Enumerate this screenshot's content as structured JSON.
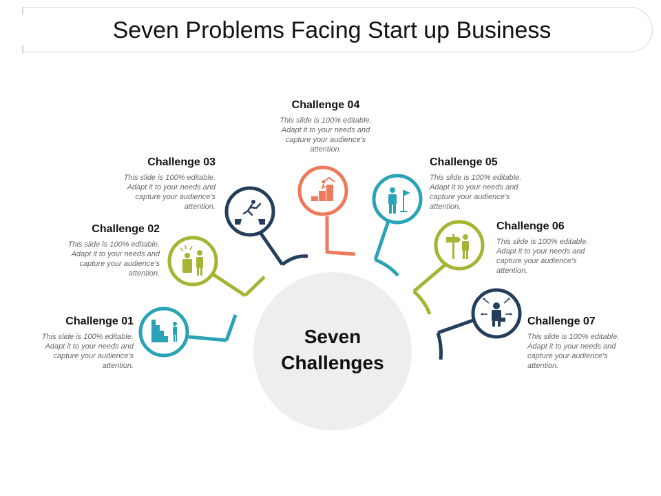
{
  "title": "Seven Problems Facing Start up Business",
  "center_label_line1": "Seven",
  "center_label_line2": "Challenges",
  "colors": {
    "teal": "#2aa3b6",
    "olive": "#a5b432",
    "navy": "#243e5c",
    "salmon": "#ec7a5b",
    "center": "#eeeeee"
  },
  "challenges": [
    {
      "title": "Challenge 01",
      "desc": "This slide is 100% editable. Adapt it to your needs and capture your audience's attention.",
      "color": "#2aa3b6",
      "icon": "stairs-person-icon"
    },
    {
      "title": "Challenge 02",
      "desc": "This slide is 100% editable. Adapt it to your needs and capture your audience's attention.",
      "color": "#a5b432",
      "icon": "stressed-person-icon"
    },
    {
      "title": "Challenge 03",
      "desc": "This slide is 100% editable. Adapt it to your needs and capture your audience's attention.",
      "color": "#243e5c",
      "icon": "jumping-gap-icon"
    },
    {
      "title": "Challenge 04",
      "desc": "This slide is 100% editable. Adapt it to your needs and capture your audience's attention.",
      "color": "#ec7a5b",
      "icon": "climbing-steps-icon"
    },
    {
      "title": "Challenge 05",
      "desc": "This slide is 100% editable. Adapt it to your needs and capture your audience's attention.",
      "color": "#2aa3b6",
      "icon": "person-flag-icon"
    },
    {
      "title": "Challenge 06",
      "desc": "This slide is 100% editable. Adapt it to your needs and capture your audience's attention.",
      "color": "#a5b432",
      "icon": "signpost-person-icon"
    },
    {
      "title": "Challenge 07",
      "desc": "This slide is 100% editable. Adapt it to your needs and capture your audience's attention.",
      "color": "#243e5c",
      "icon": "businessman-options-icon"
    }
  ]
}
